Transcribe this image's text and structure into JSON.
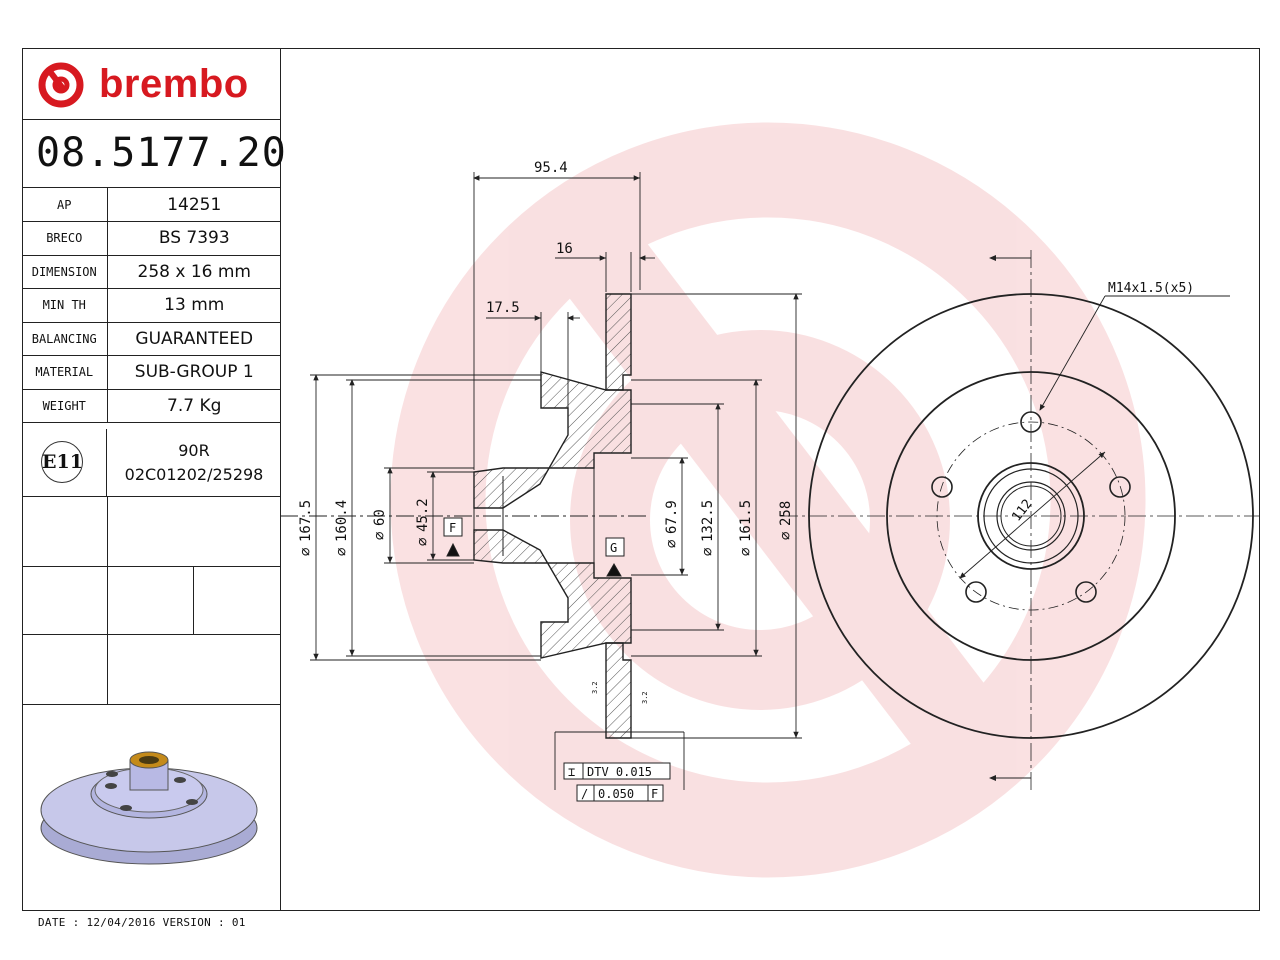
{
  "brand": {
    "name": "brembo",
    "color": "#d71920"
  },
  "part_number": "08.5177.20",
  "specs": [
    {
      "key": "AP",
      "value": "14251"
    },
    {
      "key": "BRECO",
      "value": "BS 7393"
    },
    {
      "key": "DIMENSION",
      "value": "258 x 16 mm"
    },
    {
      "key": "MIN TH",
      "value": "13 mm"
    },
    {
      "key": "BALANCING",
      "value": "GUARANTEED"
    },
    {
      "key": "MATERIAL",
      "value": "SUB-GROUP 1"
    },
    {
      "key": "WEIGHT",
      "value": "7.7 Kg"
    }
  ],
  "certification": {
    "mark": "E11",
    "line1": "90R",
    "line2": "02C01202/25298"
  },
  "footer": "DATE : 12/04/2016 VERSION : 01",
  "dimensions": {
    "overall_width": "95.4",
    "thickness": "16",
    "hub_offset": "17.5",
    "d167_5": "167.5",
    "d160_4": "160.4",
    "d60": "60",
    "d45_2": "45.2",
    "d67_9": "67.9",
    "d132_5": "132.5",
    "d161_5": "161.5",
    "d258": "258",
    "bolt_circle": "112",
    "thread": "M14x1.5(x5)",
    "datum_f": "F",
    "datum_g": "G",
    "roughness": "3.2",
    "dtv_label": "DTV 0.015",
    "runout_label": "0.050",
    "runout_datum": "F"
  }
}
